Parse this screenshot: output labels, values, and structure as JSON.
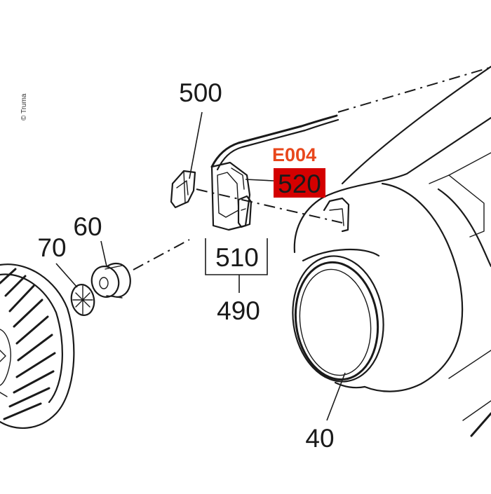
{
  "copyright": "© Truma",
  "callouts": {
    "c500": "500",
    "c60": "60",
    "c70": "70",
    "c510": "510",
    "c490": "490",
    "c40": "40",
    "c520": "520"
  },
  "reference": {
    "code": "E004",
    "code_color": "#e8471c",
    "highlight_color": "#d40000",
    "highlight_text_color": "#111111"
  },
  "icons": [
    "fan-wheel",
    "bushing",
    "washer",
    "bracket-clip",
    "sensor-holder",
    "blower-housing",
    "flange-ring"
  ]
}
